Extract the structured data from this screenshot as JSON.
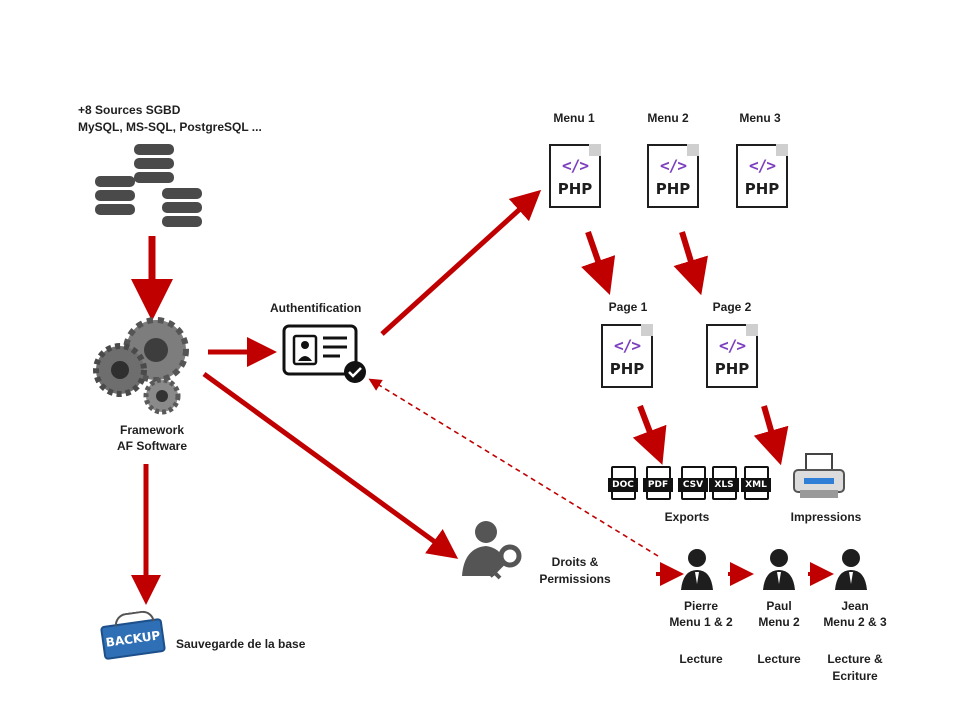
{
  "sources": {
    "line1": "+8 Sources SGBD",
    "line2": "MySQL, MS-SQL, PostgreSQL ..."
  },
  "framework": {
    "line1": "Framework",
    "line2": "AF Software"
  },
  "authentification": "Authentification",
  "backup": {
    "badge": "BACKUP",
    "label": "Sauvegarde de la base"
  },
  "droits": {
    "line1": "Droits &",
    "line2": "Permissions"
  },
  "menus": [
    {
      "label": "Menu 1",
      "file": "PHP"
    },
    {
      "label": "Menu 2",
      "file": "PHP"
    },
    {
      "label": "Menu 3",
      "file": "PHP"
    }
  ],
  "pages": [
    {
      "label": "Page 1",
      "file": "PHP"
    },
    {
      "label": "Page 2",
      "file": "PHP"
    }
  ],
  "exports": {
    "label": "Exports",
    "types": [
      "DOC",
      "PDF",
      "CSV",
      "XLS",
      "XML"
    ]
  },
  "impressions": "Impressions",
  "users": [
    {
      "name": "Pierre",
      "menus": "Menu 1 & 2",
      "access1": "Lecture",
      "access2": ""
    },
    {
      "name": "Paul",
      "menus": "Menu 2",
      "access1": "Lecture",
      "access2": ""
    },
    {
      "name": "Jean",
      "menus": "Menu 2 & 3",
      "access1": "Lecture &",
      "access2": "Ecriture"
    }
  ],
  "colors": {
    "arrow": "#c00000",
    "icon_dark": "#2a2a2a",
    "backup_blue": "#2f6fb5",
    "code_purple": "#7b3fbf"
  }
}
